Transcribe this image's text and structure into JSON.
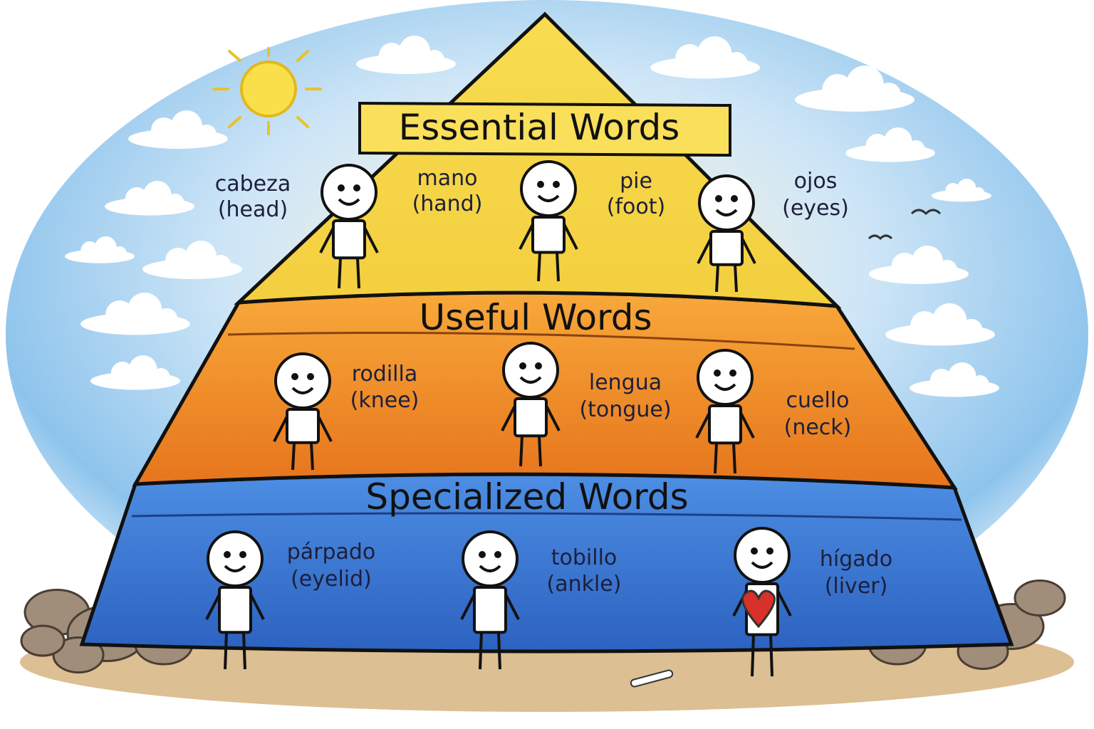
{
  "tiers": [
    {
      "title": "Essential Words",
      "color": "#f7d64a",
      "words": [
        {
          "es": "cabeza",
          "en": "(head)"
        },
        {
          "es": "mano",
          "en": "(hand)"
        },
        {
          "es": "pie",
          "en": "(foot)"
        },
        {
          "es": "ojos",
          "en": "(eyes)"
        }
      ]
    },
    {
      "title": "Useful Words",
      "color": "#f39a2b",
      "words": [
        {
          "es": "rodilla",
          "en": "(knee)"
        },
        {
          "es": "lengua",
          "en": "(tongue)"
        },
        {
          "es": "cuello",
          "en": "(neck)"
        }
      ]
    },
    {
      "title": "Specialized Words",
      "color": "#3f7fd8",
      "words": [
        {
          "es": "párpado",
          "en": "(eyelid)"
        },
        {
          "es": "tobillo",
          "en": "(ankle)"
        },
        {
          "es": "hígado",
          "en": "(liver)"
        }
      ]
    }
  ],
  "colors": {
    "sky": "#a9d3f2",
    "sun": "#f9e04b",
    "ground": "#d9b98a",
    "rock": "#9c8a78"
  }
}
